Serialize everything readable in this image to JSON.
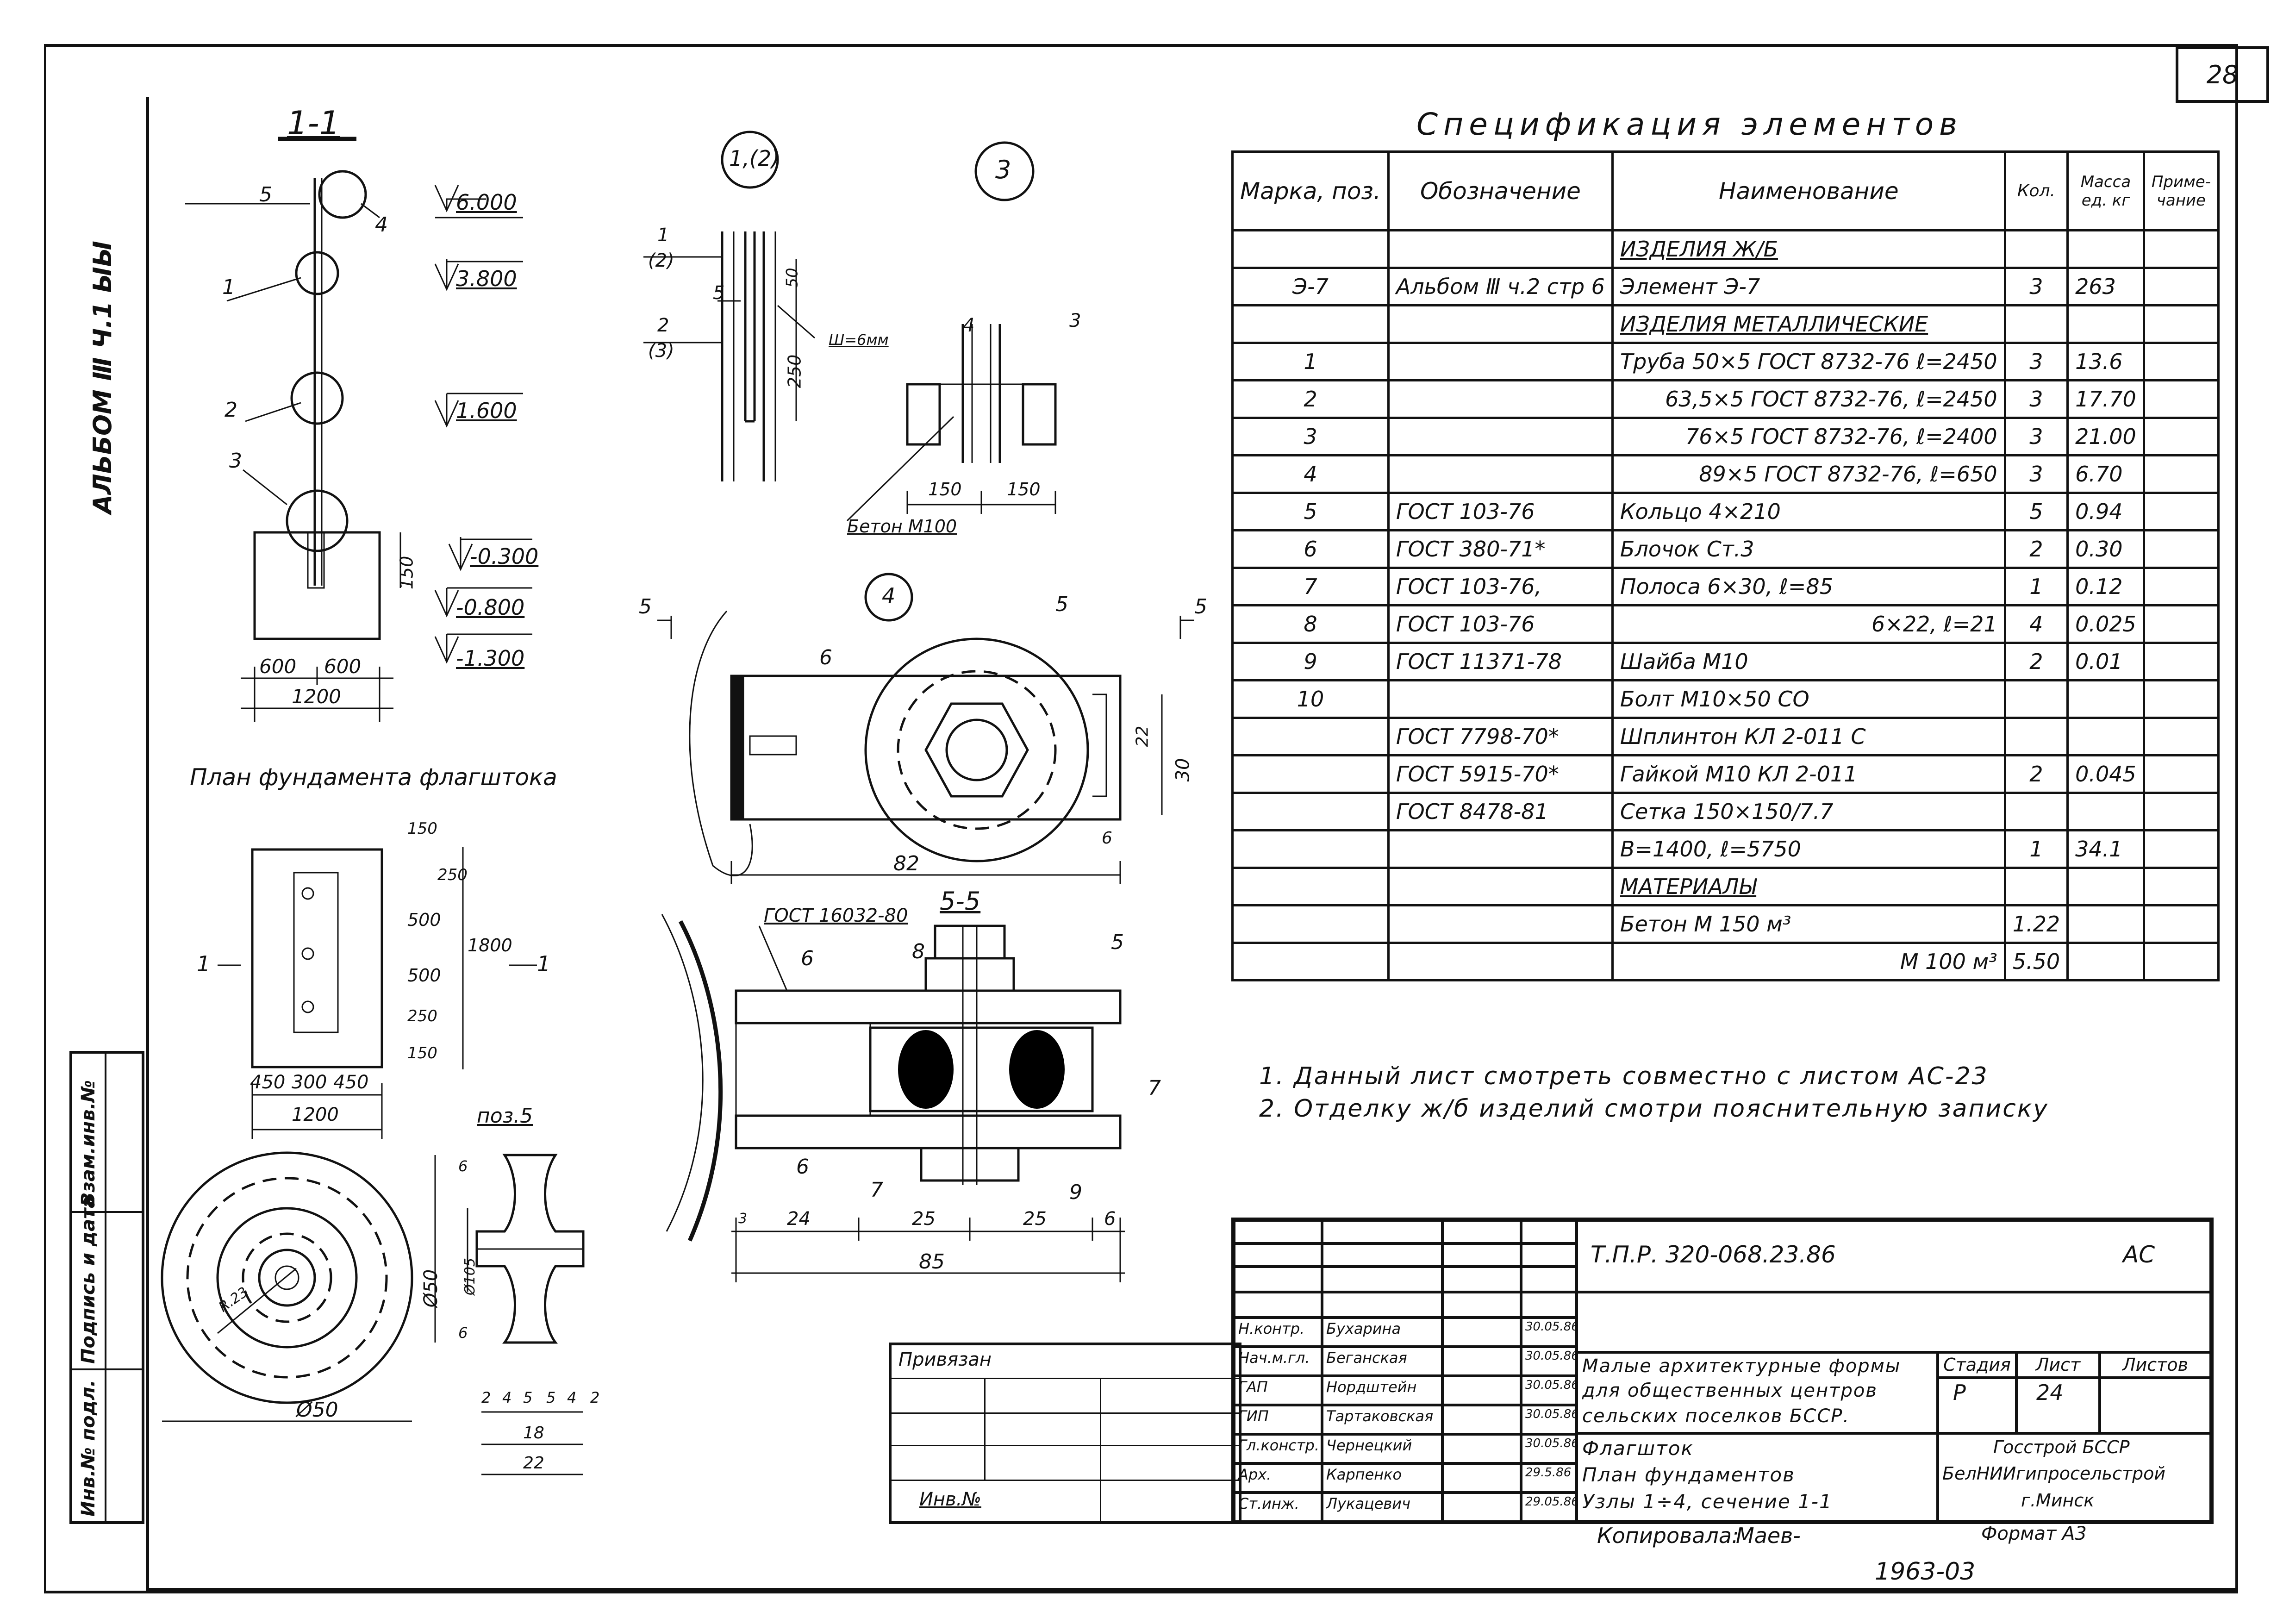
{
  "sheet": {
    "number": "28",
    "album_side_label": "АЛЬБОМ Ⅲ Ч.1 ЫЫ"
  },
  "section_1_1": {
    "title": "1-1",
    "levels": [
      "6.000",
      "3.800",
      "1.600",
      "-0.300",
      "-0.800",
      "-1.300"
    ],
    "callouts": [
      "5",
      "4",
      "1",
      "2",
      "3"
    ],
    "dims": [
      "150",
      "600",
      "600",
      "1200"
    ]
  },
  "plan": {
    "title": "План фундамента флагштока",
    "section_marks": [
      "1",
      "1"
    ],
    "dims_right": [
      "150",
      "250",
      "500",
      "500",
      "250",
      "150",
      "1800"
    ],
    "dims_bottom": [
      "450",
      "300",
      "450",
      "1200"
    ]
  },
  "node_1_2": {
    "label": "1,(2)",
    "callouts": [
      "1",
      "(2)",
      "5",
      "2",
      "(3)"
    ],
    "dims": [
      "50",
      "250"
    ]
  },
  "node_3": {
    "label": "3",
    "callouts": [
      "4",
      "3"
    ],
    "weld": "Ш=6мм",
    "dims": [
      "150",
      "150"
    ],
    "concrete": "Бетон М100"
  },
  "node_4": {
    "label": "4",
    "callouts": [
      "6",
      "5"
    ],
    "section_marks": [
      "5",
      "5"
    ],
    "dims": [
      "22",
      "30",
      "6",
      "82"
    ]
  },
  "section_5_5": {
    "title": "5-5",
    "gost": "ГОСТ 16032-80",
    "callouts": [
      "6",
      "8",
      "5",
      "7",
      "6",
      "7",
      "9"
    ],
    "dims": [
      "3",
      "24",
      "25",
      "25",
      "6",
      "85"
    ]
  },
  "pos5": {
    "title": "поз.5",
    "dims": [
      "6",
      "Ø105",
      "Ø50",
      "6",
      "2",
      "4",
      "5",
      "5",
      "4",
      "2",
      "18",
      "22",
      "Ø50"
    ],
    "radius": "R.23"
  },
  "spec": {
    "title": "Спецификация элементов",
    "headers": [
      "Марка, поз.",
      "Обозначение",
      "Наименование",
      "Кол.",
      "Масса ед. кг",
      "Приме-чание"
    ],
    "rows": [
      [
        "",
        "",
        "ИЗДЕЛИЯ Ж/Б",
        "",
        "",
        ""
      ],
      [
        "Э-7",
        "Альбом Ⅲ ч.2 стр 6",
        "Элемент Э-7",
        "3",
        "263",
        ""
      ],
      [
        "",
        "",
        "ИЗДЕЛИЯ МЕТАЛЛИЧЕСКИЕ",
        "",
        "",
        ""
      ],
      [
        "1",
        "",
        "Труба 50×5 ГОСТ 8732-76 ℓ=2450",
        "3",
        "13.6",
        ""
      ],
      [
        "2",
        "",
        "63,5×5 ГОСТ 8732-76, ℓ=2450",
        "3",
        "17.70",
        ""
      ],
      [
        "3",
        "",
        "76×5 ГОСТ 8732-76, ℓ=2400",
        "3",
        "21.00",
        ""
      ],
      [
        "4",
        "",
        "89×5 ГОСТ 8732-76, ℓ=650",
        "3",
        "6.70",
        ""
      ],
      [
        "5",
        "ГОСТ 103-76",
        "Кольцо 4×210",
        "5",
        "0.94",
        ""
      ],
      [
        "6",
        "ГОСТ 380-71*",
        "Блочок Ст.3",
        "2",
        "0.30",
        ""
      ],
      [
        "7",
        "ГОСТ 103-76,",
        "Полоса 6×30, ℓ=85",
        "1",
        "0.12",
        ""
      ],
      [
        "8",
        "ГОСТ 103-76",
        "6×22, ℓ=21",
        "4",
        "0.025",
        ""
      ],
      [
        "9",
        "ГОСТ 11371-78",
        "Шайба М10",
        "2",
        "0.01",
        ""
      ],
      [
        "10",
        "",
        "Болт М10×50 СО",
        "",
        "",
        ""
      ],
      [
        "",
        "ГОСТ 7798-70*",
        "Шплинтон КЛ 2-011 С",
        "",
        "",
        ""
      ],
      [
        "",
        "ГОСТ 5915-70*",
        "Гайкой М10 КЛ 2-011",
        "2",
        "0.045",
        ""
      ],
      [
        "",
        "ГОСТ 8478-81",
        "Сетка 150×150/7.7",
        "",
        "",
        ""
      ],
      [
        "",
        "",
        "В=1400, ℓ=5750",
        "1",
        "34.1",
        ""
      ],
      [
        "",
        "",
        "МАТЕРИАЛЫ",
        "",
        "",
        ""
      ],
      [
        "",
        "",
        "Бетон М 150 м³",
        "1.22",
        "",
        ""
      ],
      [
        "",
        "",
        "М 100 м³",
        "5.50",
        "",
        ""
      ]
    ]
  },
  "notes": [
    "1. Данный лист смотреть совместно с листом АС-23",
    "2. Отделку ж/б изделий смотри пояснительную записку"
  ],
  "stamp": {
    "code": "Т.П.Р. 320-068.23.86",
    "mark": "АС",
    "people": [
      {
        "role": "Н.контр.",
        "name": "Бухарина",
        "date": "30.05.86"
      },
      {
        "role": "Нач.м.гл.",
        "name": "Беганская",
        "date": "30.05.86"
      },
      {
        "role": "ГАП",
        "name": "Нордштейн",
        "date": "30.05.86"
      },
      {
        "role": "ГИП",
        "name": "Тартаковская",
        "date": "30.05.86"
      },
      {
        "role": "Гл.констр.",
        "name": "Чернецкий",
        "date": "30.05.86"
      },
      {
        "role": "Арх.",
        "name": "Карпенко",
        "date": "29.5.86"
      },
      {
        "role": "Ст.инж.",
        "name": "Лукацевич",
        "date": "29.05.86"
      }
    ],
    "project_title": [
      "Малые архитектурные формы",
      "для общественных центров",
      "сельских поселков БССР."
    ],
    "sheet_title": [
      "Флагшток",
      "План фундаментов",
      "Узлы 1÷4, сечение 1-1"
    ],
    "stage_header": "Стадия",
    "sheet_header": "Лист",
    "sheets_header": "Листов",
    "stage": "Р",
    "sheet": "24",
    "org": [
      "Госстрой БССР",
      "БелНИИгипросельстрой",
      "г.Минск"
    ]
  },
  "bound": {
    "label": "Привязан",
    "inv": "Инв.№"
  },
  "side_strip": [
    "Инв.№ подл.",
    "Подпись и дата",
    "Взам.инв.№"
  ],
  "footer": {
    "copied": "Копировала:",
    "copier": "Маев-",
    "format": "Формат А3",
    "number": "1963-03"
  }
}
